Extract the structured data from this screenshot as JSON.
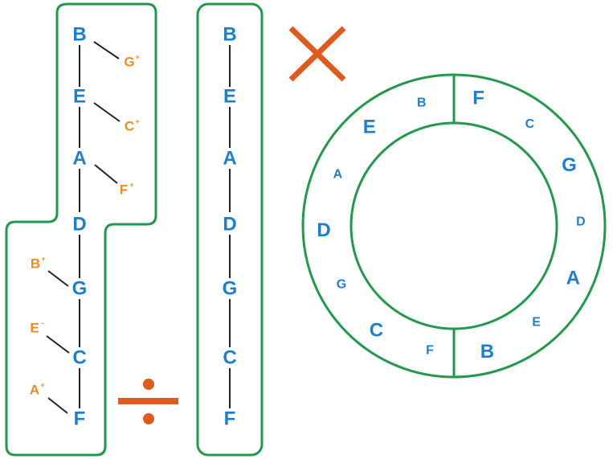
{
  "colors": {
    "frame": "#1f9a4a",
    "note": "#1a7fd0",
    "accidental": "#f08a1c",
    "symbol": "#e05a1e",
    "line": "#222222"
  },
  "left_column": {
    "main_notes": [
      "B",
      "E",
      "A",
      "D",
      "G",
      "C",
      "F"
    ],
    "right_branches": [
      {
        "from": "B",
        "label": "G",
        "mark": "+"
      },
      {
        "from": "E",
        "label": "C",
        "mark": "+"
      },
      {
        "from": "A",
        "label": "F",
        "mark": "+"
      }
    ],
    "left_branches": [
      {
        "to": "G",
        "label": "B",
        "mark": "+"
      },
      {
        "to": "C",
        "label": "E",
        "mark": "-"
      },
      {
        "to": "F",
        "label": "A",
        "mark": "+"
      }
    ]
  },
  "middle_column": {
    "notes": [
      "B",
      "E",
      "A",
      "D",
      "G",
      "C",
      "F"
    ]
  },
  "symbols": {
    "cross": "multiply-icon",
    "divide": "divide-icon"
  },
  "ring": {
    "large_labels": [
      "F",
      "G",
      "A",
      "B",
      "C",
      "D",
      "E"
    ],
    "small_labels": [
      "C",
      "D",
      "E",
      "F",
      "G",
      "A",
      "B"
    ]
  }
}
